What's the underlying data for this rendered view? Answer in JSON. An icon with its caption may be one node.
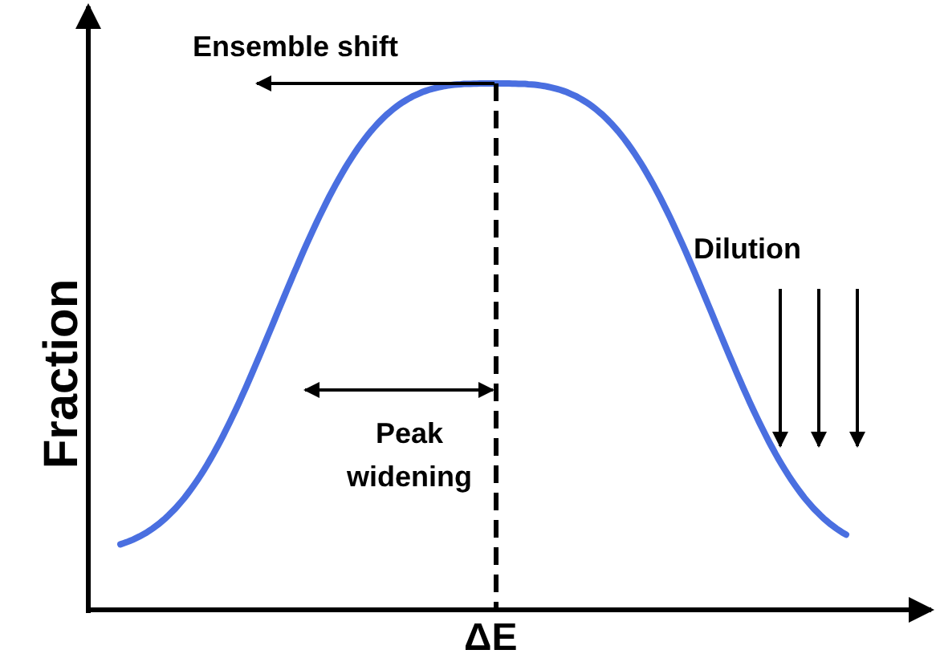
{
  "diagram": {
    "labels": [
      "Ensemble shift",
      "Dilution",
      "Peak widening",
      "Fraction",
      "ΔE"
    ]
  }
}
